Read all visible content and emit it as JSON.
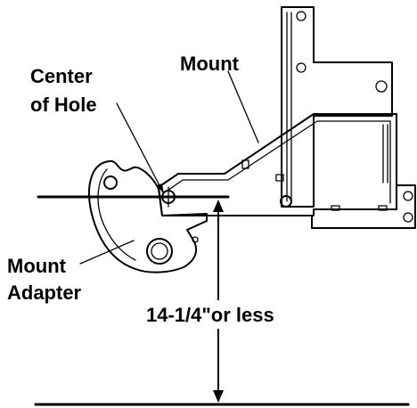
{
  "diagram": {
    "labels": {
      "center_of_hole_line1": "Center",
      "center_of_hole_line2": "of Hole",
      "mount": "Mount",
      "mount_adapter_line1": "Mount",
      "mount_adapter_line2": "Adapter",
      "measurement": "14-1/4\"or less"
    }
  },
  "colors": {
    "line": "#000000",
    "background": "#ffffff"
  }
}
